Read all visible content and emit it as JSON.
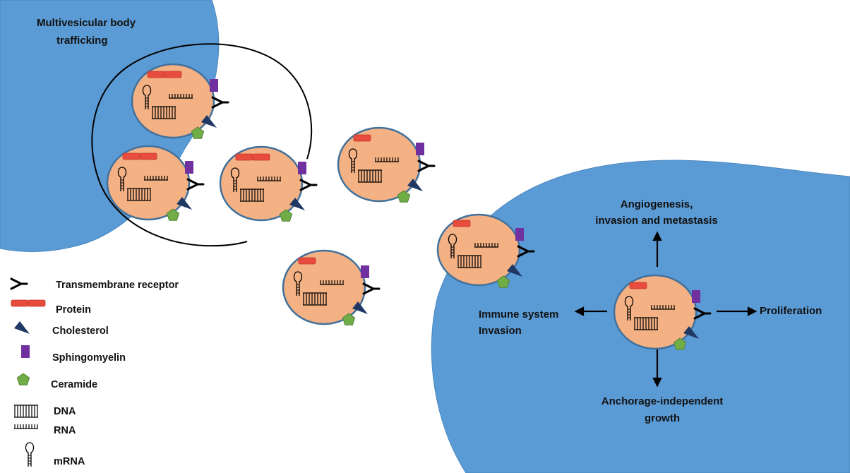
{
  "colors": {
    "cell": "#5b9bd5",
    "cell_edge": "#4a86bf",
    "vesicle_fill": "#f4b183",
    "vesicle_edge": "#41719c",
    "protein": "#e74c3c",
    "sphingomyelin": "#7030a0",
    "cholesterol": "#1f3864",
    "ceramide": "#70ad47",
    "ink": "#000000"
  },
  "labels": {
    "mvb_line1": "Multivesicular body",
    "mvb_line2": "trafficking",
    "angio_line1": "Angiogenesis,",
    "angio_line2": "invasion and metastasis",
    "immune_line1": "Immune system",
    "immune_line2": "Invasion",
    "proliferation": "Proliferation",
    "anchorage_line1": "Anchorage-independent",
    "anchorage_line2": "growth"
  },
  "legend": {
    "receptor": "Transmembrane receptor",
    "protein": "Protein",
    "cholesterol": "Cholesterol",
    "sphingomyelin": "Sphingomyelin",
    "ceramide": "Ceramide",
    "dna": "DNA",
    "rna": "RNA",
    "mrna": "mRNA"
  },
  "icons": [
    "receptor-icon",
    "protein-icon",
    "cholesterol-icon",
    "sphingomyelin-icon",
    "ceramide-icon",
    "dna-icon",
    "rna-icon",
    "mrna-icon"
  ]
}
